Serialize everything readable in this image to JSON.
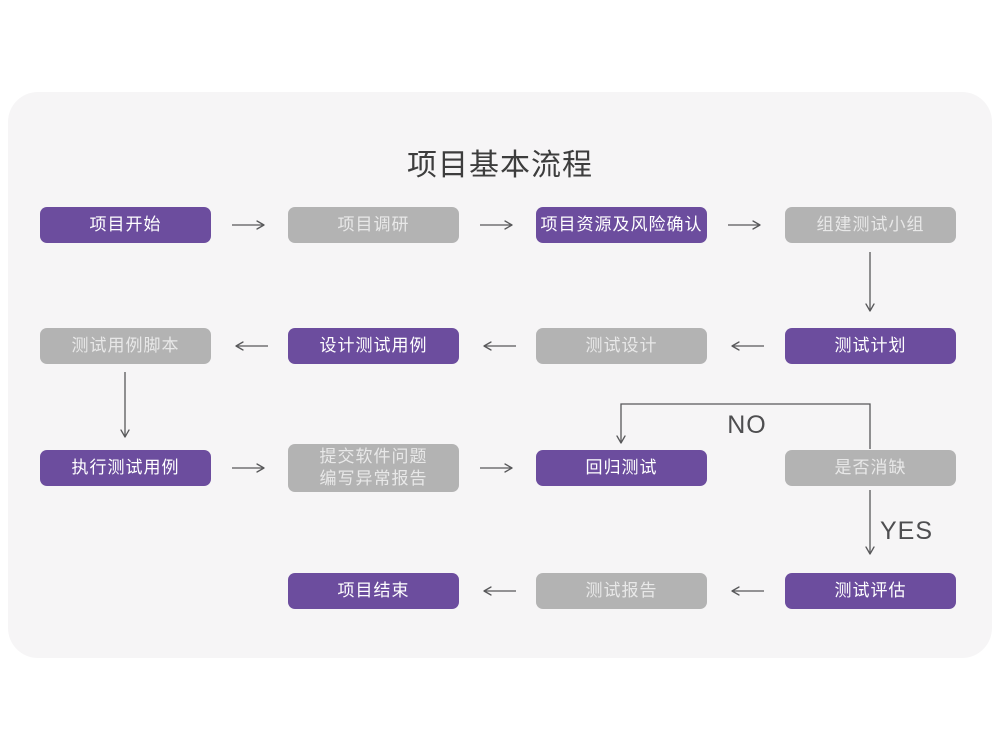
{
  "title": "项目基本流程",
  "colors": {
    "purple": "#6C4D9E",
    "gray": "#B3B3B3",
    "card-bg": "#F6F5F6",
    "page-bg": "#FFFFFF",
    "arrow": "#58585A",
    "text-on-purple": "#FFFFFF",
    "text-on-gray": "#E8E8E8",
    "title-color": "#3D3D3D",
    "label-color": "#4E4E50"
  },
  "nodes": [
    {
      "id": "project-start",
      "label": "项目开始",
      "variant": "purple"
    },
    {
      "id": "project-research",
      "label": "项目调研",
      "variant": "gray"
    },
    {
      "id": "project-resources-risk",
      "label": "项目资源及风险确认",
      "variant": "purple"
    },
    {
      "id": "form-test-team",
      "label": "组建测试小组",
      "variant": "gray"
    },
    {
      "id": "test-plan",
      "label": "测试计划",
      "variant": "purple"
    },
    {
      "id": "test-design",
      "label": "测试设计",
      "variant": "gray"
    },
    {
      "id": "design-test-cases",
      "label": "设计测试用例",
      "variant": "purple"
    },
    {
      "id": "test-case-scripts",
      "label": "测试用例脚本",
      "variant": "gray"
    },
    {
      "id": "execute-test-cases",
      "label": "执行测试用例",
      "variant": "purple"
    },
    {
      "id": "submit-issues-write-report",
      "label": "提交软件问题\n编写异常报告",
      "variant": "gray"
    },
    {
      "id": "regression-test",
      "label": "回归测试",
      "variant": "purple"
    },
    {
      "id": "defect-cleared",
      "label": "是否消缺",
      "variant": "gray"
    },
    {
      "id": "test-evaluation",
      "label": "测试评估",
      "variant": "purple"
    },
    {
      "id": "test-report",
      "label": "测试报告",
      "variant": "gray"
    },
    {
      "id": "project-end",
      "label": "项目结束",
      "variant": "purple"
    }
  ],
  "edge_labels": {
    "no": "NO",
    "yes": "YES"
  },
  "edges": [
    {
      "from": "project-start",
      "to": "project-research"
    },
    {
      "from": "project-research",
      "to": "project-resources-risk"
    },
    {
      "from": "project-resources-risk",
      "to": "form-test-team"
    },
    {
      "from": "form-test-team",
      "to": "test-plan"
    },
    {
      "from": "test-plan",
      "to": "test-design"
    },
    {
      "from": "test-design",
      "to": "design-test-cases"
    },
    {
      "from": "design-test-cases",
      "to": "test-case-scripts"
    },
    {
      "from": "test-case-scripts",
      "to": "execute-test-cases"
    },
    {
      "from": "execute-test-cases",
      "to": "submit-issues-write-report"
    },
    {
      "from": "submit-issues-write-report",
      "to": "regression-test"
    },
    {
      "from": "regression-test",
      "to": "defect-cleared"
    },
    {
      "from": "defect-cleared",
      "to": "regression-test",
      "label": "NO"
    },
    {
      "from": "defect-cleared",
      "to": "test-evaluation",
      "label": "YES"
    },
    {
      "from": "test-evaluation",
      "to": "test-report"
    },
    {
      "from": "test-report",
      "to": "project-end"
    }
  ]
}
